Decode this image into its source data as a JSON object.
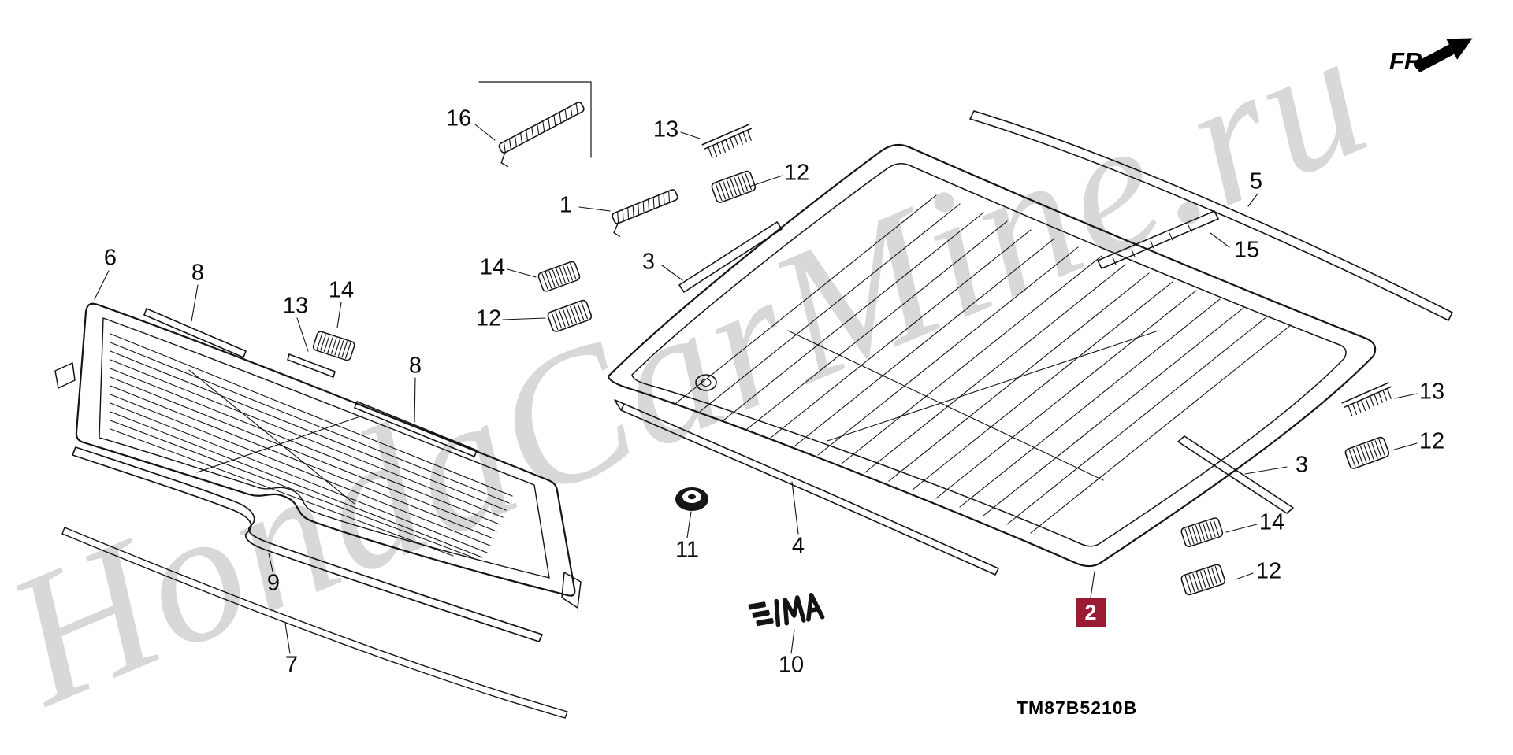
{
  "watermark": {
    "text": "HondaCarMine.ru"
  },
  "orientation": {
    "label": "FR."
  },
  "diagram": {
    "code": "TM87B5210B"
  },
  "colors": {
    "line": "#141414",
    "background": "#ffffff",
    "highlight_bg": "#9a1c34",
    "highlight_text": "#ffffff",
    "watermark": "#d6d6d6"
  },
  "callouts": [
    {
      "label": "16"
    },
    {
      "label": "13"
    },
    {
      "label": "12"
    },
    {
      "label": "1"
    },
    {
      "label": "14"
    },
    {
      "label": "3"
    },
    {
      "label": "12"
    },
    {
      "label": "5"
    },
    {
      "label": "15"
    },
    {
      "label": "6"
    },
    {
      "label": "8"
    },
    {
      "label": "13"
    },
    {
      "label": "14"
    },
    {
      "label": "8"
    },
    {
      "label": "13"
    },
    {
      "label": "12"
    },
    {
      "label": "3"
    },
    {
      "label": "14"
    },
    {
      "label": "12"
    },
    {
      "label": "9"
    },
    {
      "label": "7"
    },
    {
      "label": "11"
    },
    {
      "label": "4"
    },
    {
      "label": "10"
    }
  ],
  "highlighted_callout": {
    "label": "2"
  }
}
